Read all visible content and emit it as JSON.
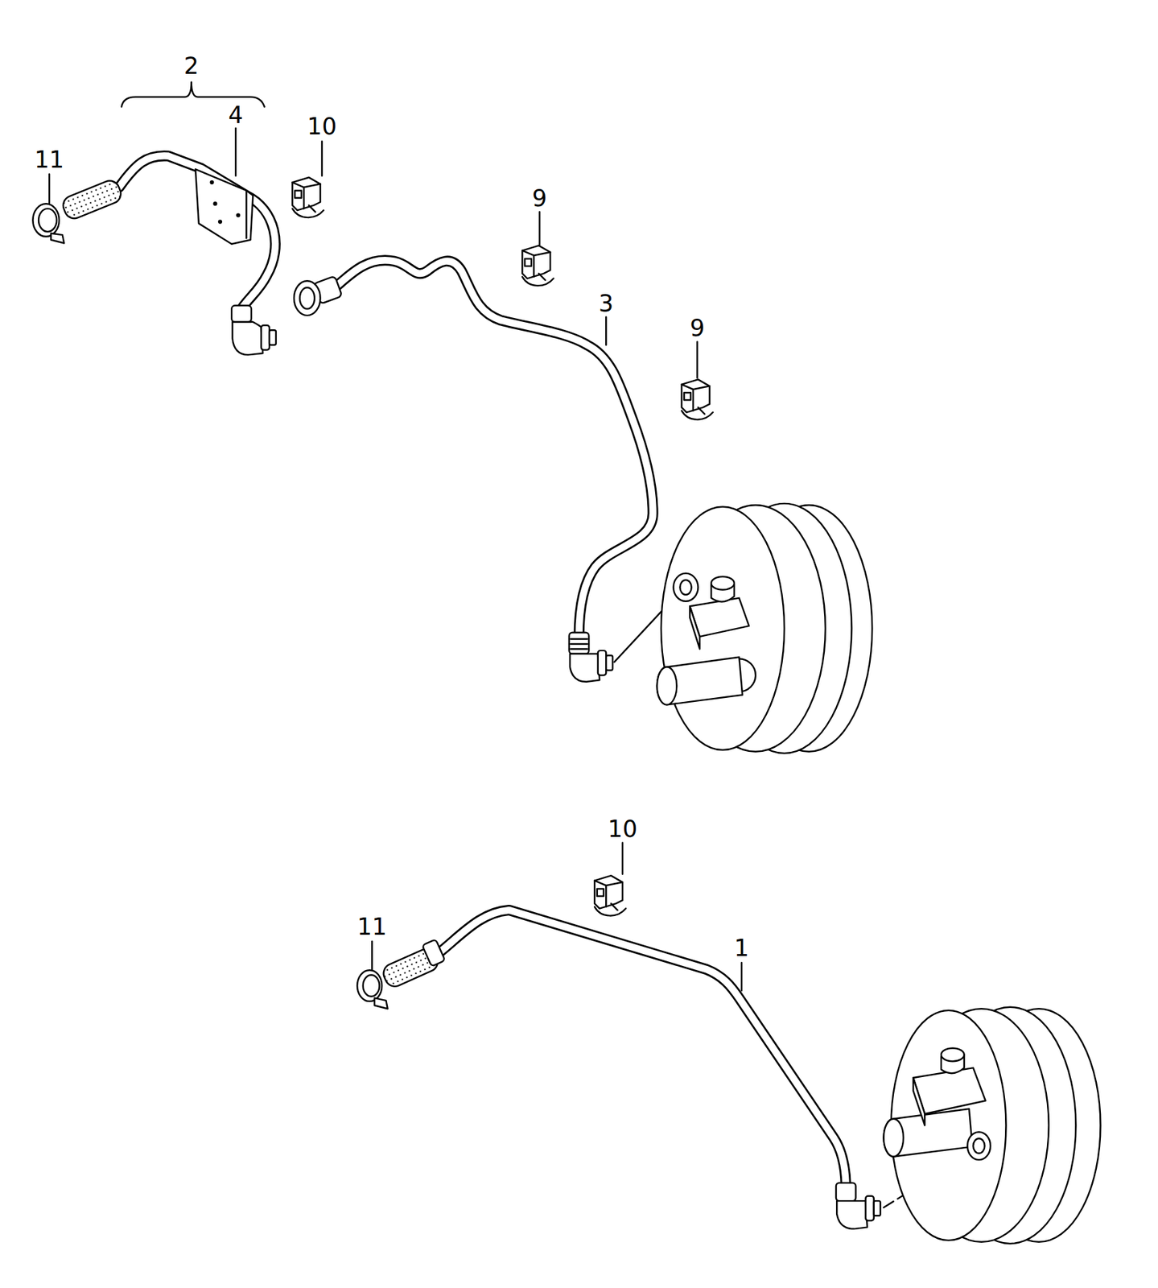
{
  "diagram": {
    "labels": [
      "2",
      "11",
      "4",
      "10",
      "9",
      "3",
      "9",
      "10",
      "11",
      "1"
    ]
  }
}
